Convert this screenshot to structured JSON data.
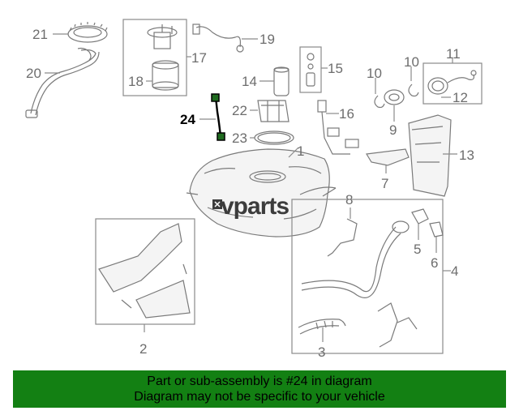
{
  "diagram": {
    "logo_text": "vparts",
    "callouts": {
      "c1": "1",
      "c2": "2",
      "c3": "3",
      "c4": "4",
      "c5": "5",
      "c6": "6",
      "c7": "7",
      "c8": "8",
      "c9": "9",
      "c10a": "10",
      "c10b": "10",
      "c11": "11",
      "c12": "12",
      "c13": "13",
      "c14": "14",
      "c15": "15",
      "c16": "16",
      "c17": "17",
      "c18": "18",
      "c19": "19",
      "c20": "20",
      "c21": "21",
      "c22": "22",
      "c23": "23",
      "c24": "24"
    },
    "highlighted_part": "24",
    "colors": {
      "highlight": "#000000",
      "line": "#7a7a7a",
      "banner": "#138013"
    }
  },
  "banner": {
    "line1": "Part or sub-assembly is #24 in diagram",
    "line2": "Diagram may not be specific to your vehicle"
  }
}
